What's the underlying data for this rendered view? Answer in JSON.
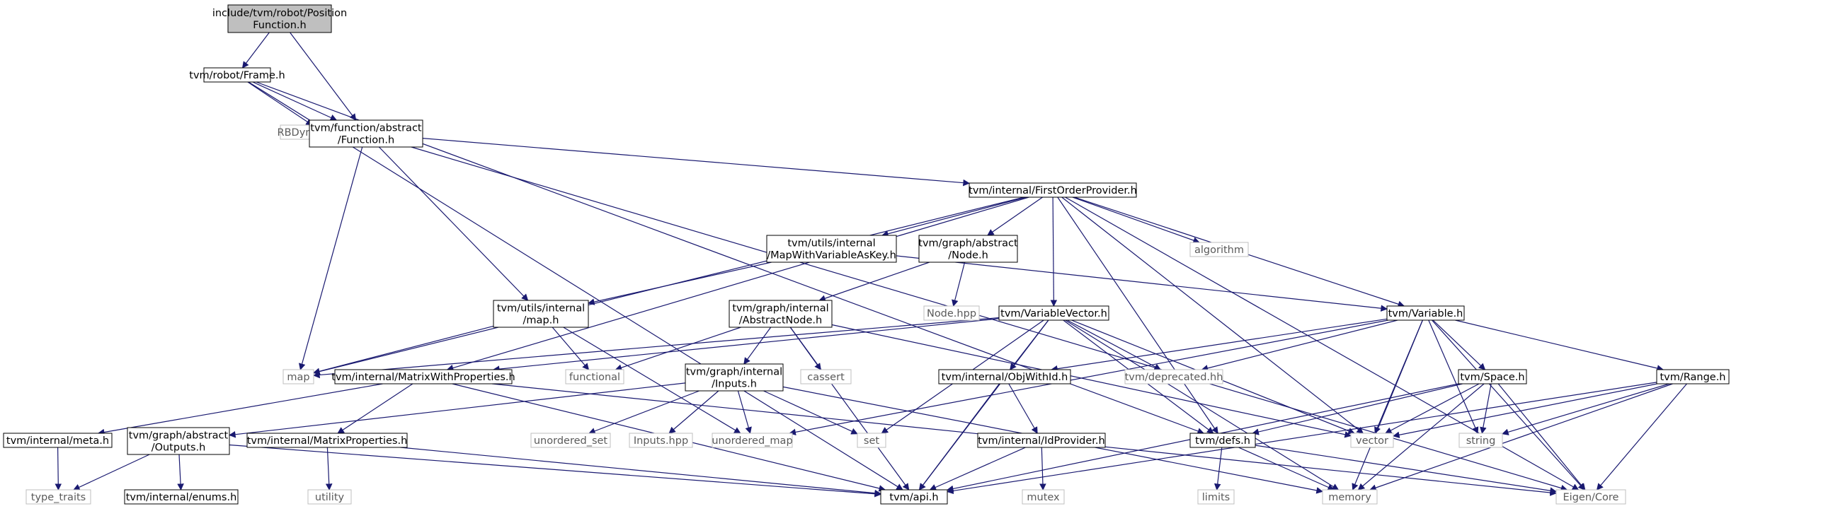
{
  "colors": {
    "root_fill": "#bfbfbf",
    "node_stroke": "#000000",
    "external_stroke": "#bfbfbf",
    "edge": "#191970",
    "text": "#000000",
    "external_text": "#5a5a5a"
  },
  "nodes": [
    {
      "id": "position_function",
      "lines": [
        "include/tvm/robot/Position",
        "Function.h"
      ],
      "kind": "root"
    },
    {
      "id": "frame",
      "lines": [
        "tvm/robot/Frame.h"
      ],
      "kind": "file"
    },
    {
      "id": "rbdyn_jacobian",
      "lines": [
        "RBDyn/Jacobian.h"
      ],
      "kind": "external"
    },
    {
      "id": "function",
      "lines": [
        "tvm/function/abstract",
        "/Function.h"
      ],
      "kind": "file"
    },
    {
      "id": "first_order_provider",
      "lines": [
        "tvm/internal/FirstOrderProvider.h"
      ],
      "kind": "file"
    },
    {
      "id": "map_with_variable_as_key",
      "lines": [
        "tvm/utils/internal",
        "/MapWithVariableAsKey.h"
      ],
      "kind": "file"
    },
    {
      "id": "node_h",
      "lines": [
        "tvm/graph/abstract",
        "/Node.h"
      ],
      "kind": "file"
    },
    {
      "id": "algorithm",
      "lines": [
        "algorithm"
      ],
      "kind": "external"
    },
    {
      "id": "utils_map",
      "lines": [
        "tvm/utils/internal",
        "/map.h"
      ],
      "kind": "file"
    },
    {
      "id": "abstract_node",
      "lines": [
        "tvm/graph/internal",
        "/AbstractNode.h"
      ],
      "kind": "file"
    },
    {
      "id": "node_hpp",
      "lines": [
        "Node.hpp"
      ],
      "kind": "external"
    },
    {
      "id": "variable_vector",
      "lines": [
        "tvm/VariableVector.h"
      ],
      "kind": "file"
    },
    {
      "id": "variable",
      "lines": [
        "tvm/Variable.h"
      ],
      "kind": "file"
    },
    {
      "id": "map",
      "lines": [
        "map"
      ],
      "kind": "external"
    },
    {
      "id": "matrix_with_properties",
      "lines": [
        "tvm/internal/MatrixWithProperties.h"
      ],
      "kind": "file"
    },
    {
      "id": "functional",
      "lines": [
        "functional"
      ],
      "kind": "external"
    },
    {
      "id": "inputs_h",
      "lines": [
        "tvm/graph/internal",
        "/Inputs.h"
      ],
      "kind": "file"
    },
    {
      "id": "cassert",
      "lines": [
        "cassert"
      ],
      "kind": "external"
    },
    {
      "id": "obj_with_id",
      "lines": [
        "tvm/internal/ObjWithId.h"
      ],
      "kind": "file"
    },
    {
      "id": "deprecated",
      "lines": [
        "tvm/deprecated.hh"
      ],
      "kind": "external"
    },
    {
      "id": "space",
      "lines": [
        "tvm/Space.h"
      ],
      "kind": "file"
    },
    {
      "id": "range",
      "lines": [
        "tvm/Range.h"
      ],
      "kind": "file"
    },
    {
      "id": "meta",
      "lines": [
        "tvm/internal/meta.h"
      ],
      "kind": "file"
    },
    {
      "id": "outputs",
      "lines": [
        "tvm/graph/abstract",
        "/Outputs.h"
      ],
      "kind": "file"
    },
    {
      "id": "matrix_properties",
      "lines": [
        "tvm/internal/MatrixProperties.h"
      ],
      "kind": "file"
    },
    {
      "id": "unordered_set",
      "lines": [
        "unordered_set"
      ],
      "kind": "external"
    },
    {
      "id": "inputs_hpp",
      "lines": [
        "Inputs.hpp"
      ],
      "kind": "external"
    },
    {
      "id": "unordered_map",
      "lines": [
        "unordered_map"
      ],
      "kind": "external"
    },
    {
      "id": "set",
      "lines": [
        "set"
      ],
      "kind": "external"
    },
    {
      "id": "id_provider",
      "lines": [
        "tvm/internal/IdProvider.h"
      ],
      "kind": "file"
    },
    {
      "id": "defs",
      "lines": [
        "tvm/defs.h"
      ],
      "kind": "file"
    },
    {
      "id": "vector",
      "lines": [
        "vector"
      ],
      "kind": "external"
    },
    {
      "id": "string",
      "lines": [
        "string"
      ],
      "kind": "external"
    },
    {
      "id": "type_traits",
      "lines": [
        "type_traits"
      ],
      "kind": "external"
    },
    {
      "id": "enums",
      "lines": [
        "tvm/internal/enums.h"
      ],
      "kind": "file"
    },
    {
      "id": "utility",
      "lines": [
        "utility"
      ],
      "kind": "external"
    },
    {
      "id": "api",
      "lines": [
        "tvm/api.h"
      ],
      "kind": "file"
    },
    {
      "id": "mutex",
      "lines": [
        "mutex"
      ],
      "kind": "external"
    },
    {
      "id": "limits",
      "lines": [
        "limits"
      ],
      "kind": "external"
    },
    {
      "id": "memory",
      "lines": [
        "memory"
      ],
      "kind": "external"
    },
    {
      "id": "eigen_core",
      "lines": [
        "Eigen/Core"
      ],
      "kind": "external"
    }
  ],
  "edges": [
    [
      "position_function",
      "frame"
    ],
    [
      "position_function",
      "function"
    ],
    [
      "frame",
      "rbdyn_jacobian"
    ],
    [
      "frame",
      "function"
    ],
    [
      "frame",
      "api"
    ],
    [
      "frame",
      "defs"
    ],
    [
      "function",
      "first_order_provider"
    ],
    [
      "function",
      "map"
    ],
    [
      "function",
      "utils_map"
    ],
    [
      "function",
      "eigen_core"
    ],
    [
      "first_order_provider",
      "map_with_variable_as_key"
    ],
    [
      "first_order_provider",
      "node_h"
    ],
    [
      "first_order_provider",
      "algorithm"
    ],
    [
      "first_order_provider",
      "variable_vector"
    ],
    [
      "first_order_provider",
      "variable"
    ],
    [
      "first_order_provider",
      "map"
    ],
    [
      "first_order_provider",
      "matrix_with_properties"
    ],
    [
      "first_order_provider",
      "defs"
    ],
    [
      "first_order_provider",
      "vector"
    ],
    [
      "first_order_provider",
      "eigen_core"
    ],
    [
      "map_with_variable_as_key",
      "utils_map"
    ],
    [
      "map_with_variable_as_key",
      "variable"
    ],
    [
      "node_h",
      "abstract_node"
    ],
    [
      "node_h",
      "node_hpp"
    ],
    [
      "utils_map",
      "map"
    ],
    [
      "utils_map",
      "functional"
    ],
    [
      "utils_map",
      "unordered_map"
    ],
    [
      "abstract_node",
      "inputs_h"
    ],
    [
      "abstract_node",
      "functional"
    ],
    [
      "abstract_node",
      "cassert"
    ],
    [
      "abstract_node",
      "api"
    ],
    [
      "abstract_node",
      "vector"
    ],
    [
      "variable_vector",
      "map"
    ],
    [
      "variable_vector",
      "matrix_with_properties"
    ],
    [
      "variable_vector",
      "obj_with_id"
    ],
    [
      "variable_vector",
      "deprecated"
    ],
    [
      "variable_vector",
      "set"
    ],
    [
      "variable_vector",
      "api"
    ],
    [
      "variable_vector",
      "defs"
    ],
    [
      "variable_vector",
      "memory"
    ],
    [
      "variable_vector",
      "vector"
    ],
    [
      "variable",
      "obj_with_id"
    ],
    [
      "variable",
      "deprecated"
    ],
    [
      "variable",
      "space"
    ],
    [
      "variable",
      "range"
    ],
    [
      "variable",
      "unordered_map"
    ],
    [
      "variable",
      "memory"
    ],
    [
      "variable",
      "vector"
    ],
    [
      "variable",
      "string"
    ],
    [
      "variable",
      "eigen_core"
    ],
    [
      "matrix_with_properties",
      "meta"
    ],
    [
      "matrix_with_properties",
      "matrix_properties"
    ],
    [
      "matrix_with_properties",
      "api"
    ],
    [
      "matrix_with_properties",
      "eigen_core"
    ],
    [
      "inputs_h",
      "outputs"
    ],
    [
      "inputs_h",
      "unordered_set"
    ],
    [
      "inputs_h",
      "inputs_hpp"
    ],
    [
      "inputs_h",
      "unordered_map"
    ],
    [
      "inputs_h",
      "set"
    ],
    [
      "inputs_h",
      "memory"
    ],
    [
      "obj_with_id",
      "id_provider"
    ],
    [
      "obj_with_id",
      "api"
    ],
    [
      "space",
      "defs"
    ],
    [
      "space",
      "api"
    ],
    [
      "space",
      "memory"
    ],
    [
      "space",
      "vector"
    ],
    [
      "space",
      "string"
    ],
    [
      "space",
      "eigen_core"
    ],
    [
      "range",
      "vector"
    ],
    [
      "range",
      "string"
    ],
    [
      "range",
      "api"
    ],
    [
      "range",
      "memory"
    ],
    [
      "range",
      "eigen_core"
    ],
    [
      "meta",
      "type_traits"
    ],
    [
      "outputs",
      "type_traits"
    ],
    [
      "outputs",
      "enums"
    ],
    [
      "outputs",
      "api"
    ],
    [
      "matrix_properties",
      "utility"
    ],
    [
      "matrix_properties",
      "api"
    ],
    [
      "id_provider",
      "api"
    ],
    [
      "id_provider",
      "mutex"
    ],
    [
      "defs",
      "limits"
    ],
    [
      "defs",
      "memory"
    ],
    [
      "defs",
      "eigen_core"
    ]
  ]
}
